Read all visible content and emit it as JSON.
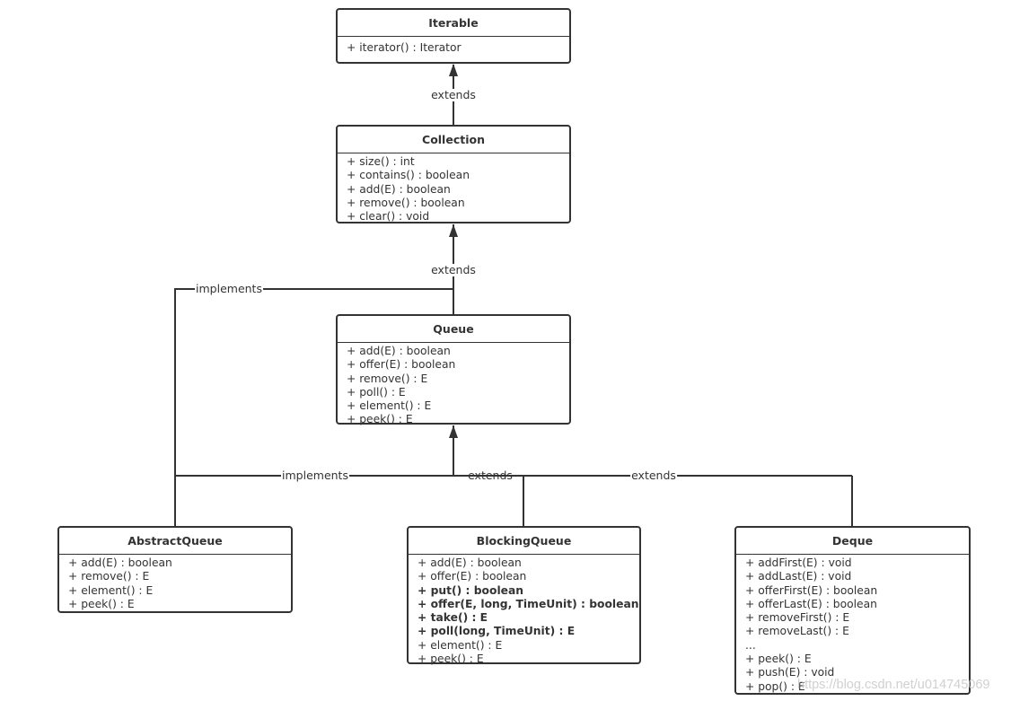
{
  "classes": {
    "iterable": {
      "name": "Iterable",
      "members": [
        "+ iterator() : Iterator"
      ]
    },
    "collection": {
      "name": "Collection",
      "members": [
        "+ size() : int",
        "+ contains() : boolean",
        "+ add(E) : boolean",
        "+ remove() : boolean",
        "+ clear() : void"
      ]
    },
    "queue": {
      "name": "Queue",
      "members": [
        "+ add(E) : boolean",
        "+ offer(E) : boolean",
        "+ remove() : E",
        "+ poll() : E",
        "+ element() : E",
        "+ peek() : E"
      ]
    },
    "abstractqueue": {
      "name": "AbstractQueue",
      "members": [
        "+ add(E) : boolean",
        "+ remove() : E",
        "+ element() : E",
        "+ peek() : E"
      ]
    },
    "blockingqueue": {
      "name": "BlockingQueue",
      "members": [
        "+ add(E) : boolean",
        "+ offer(E) : boolean",
        "+ put() : boolean",
        "+ offer(E, long, TimeUnit) : boolean",
        "+ take() : E",
        "+ poll(long, TimeUnit) : E",
        "+ element() : E",
        "+ peek() : E"
      ],
      "bold_members": [
        2,
        3,
        4,
        5
      ]
    },
    "deque": {
      "name": "Deque",
      "members": [
        "+ addFirst(E) : void",
        "+ addLast(E) : void",
        "+ offerFirst(E) : boolean",
        "+ offerLast(E) : boolean",
        "+ removeFirst() : E",
        "+ removeLast() : E",
        "...",
        "+ peek() : E",
        "+ push(E) : void",
        "+ pop() : E"
      ]
    }
  },
  "relations": {
    "collection_iterable": "extends",
    "queue_collection": "extends",
    "abstractqueue_collection": "implements",
    "abstractqueue_queue": "implements",
    "blockingqueue_queue": "extends",
    "deque_queue": "extends"
  },
  "watermark": "https://blog.csdn.net/u014745069"
}
